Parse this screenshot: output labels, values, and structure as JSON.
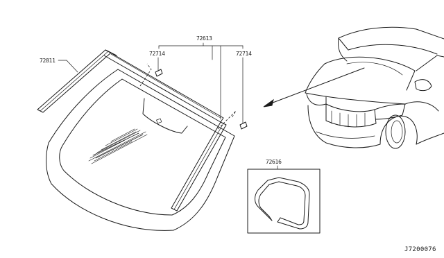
{
  "parts": {
    "moulding_left": "72811",
    "moulding_set": "72613",
    "clip_left": "72714",
    "clip_right": "72714",
    "dam_rubber": "72616"
  },
  "diagram_code": "J7200076",
  "icons": [
    "windshield-glass",
    "vehicle-front-view",
    "pointer-arrow",
    "moulding-clip",
    "dam-rubber-detail"
  ]
}
